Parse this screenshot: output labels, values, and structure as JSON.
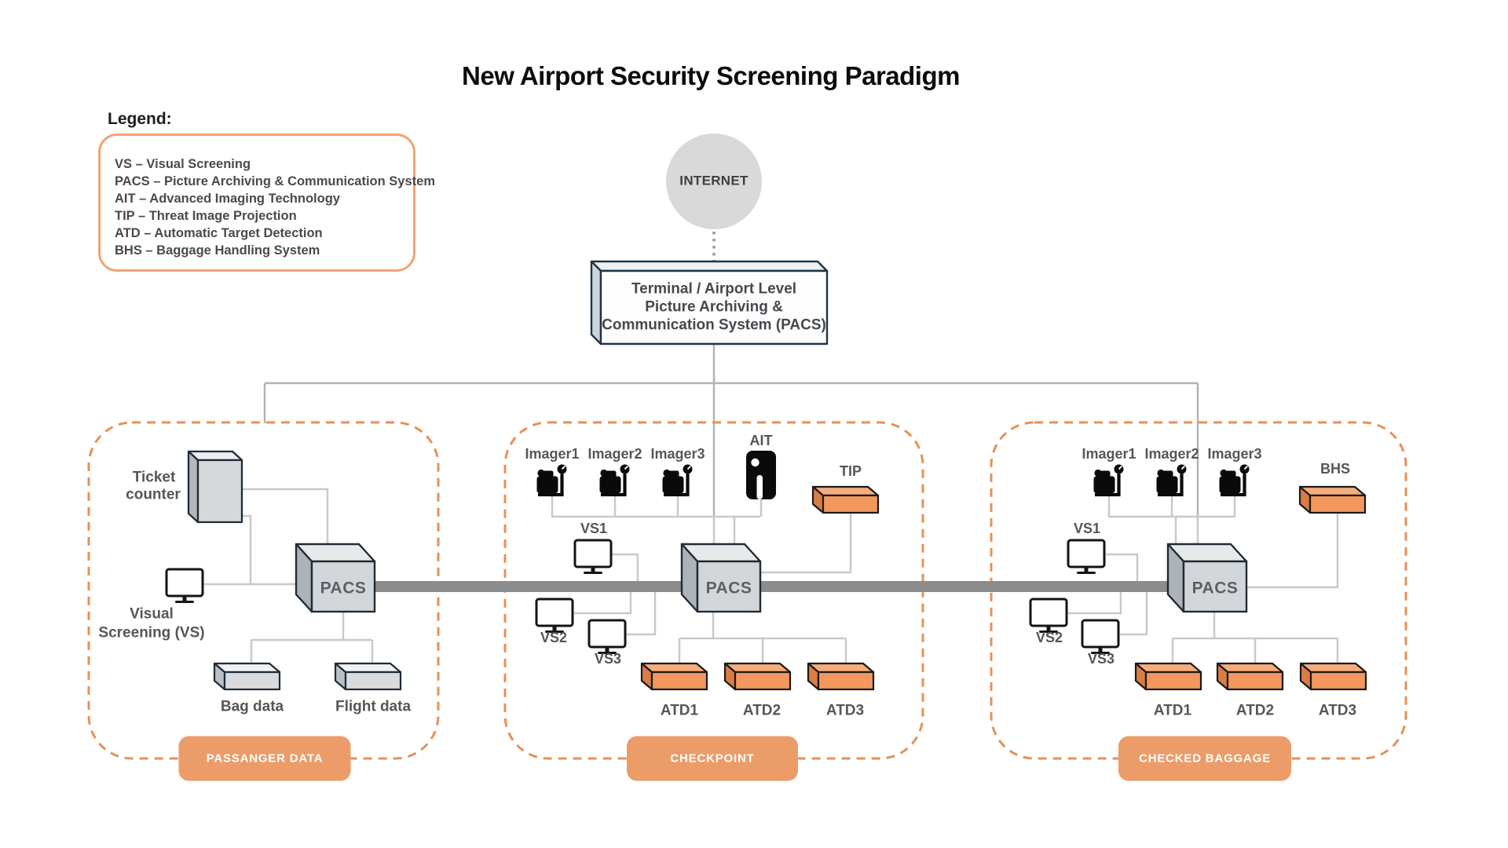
{
  "title": "New Airport Security Screening Paradigm",
  "legend": {
    "heading": "Legend:",
    "items": [
      "VS – Visual Screening",
      "PACS – Picture Archiving & Communication System",
      "AIT – Advanced Imaging Technology",
      "TIP – Threat Image Projection",
      "ATD – Automatic Target Detection",
      "BHS – Baggage Handling System"
    ]
  },
  "internet": {
    "label": "INTERNET"
  },
  "terminal_pacs": {
    "lines": [
      "Terminal / Airport Level",
      "Picture Archiving &",
      "Communication System (PACS)"
    ]
  },
  "sections": {
    "passenger_data": {
      "badge": "PASSANGER DATA",
      "ticket_counter_lines": [
        "Ticket",
        "counter"
      ],
      "visual_screening_lines": [
        "Visual",
        "Screening (VS)"
      ],
      "pacs": "PACS",
      "bag_data": "Bag data",
      "flight_data": "Flight data"
    },
    "checkpoint": {
      "badge": "CHECKPOINT",
      "imagers": [
        "Imager1",
        "Imager2",
        "Imager3"
      ],
      "ait": "AIT",
      "tip": "TIP",
      "vs": [
        "VS1",
        "VS2",
        "VS3"
      ],
      "pacs": "PACS",
      "atds": [
        "ATD1",
        "ATD2",
        "ATD3"
      ]
    },
    "checked_baggage": {
      "badge": "CHECKED BAGGAGE",
      "imagers": [
        "Imager1",
        "Imager2",
        "Imager3"
      ],
      "bhs": "BHS",
      "vs": [
        "VS1",
        "VS2",
        "VS3"
      ],
      "pacs": "PACS",
      "atds": [
        "ATD1",
        "ATD2",
        "ATD3"
      ]
    }
  },
  "icons": {
    "internet": "internet-cloud-circle",
    "imager": "baggage-scanner-icon",
    "ait": "body-scanner-icon",
    "vs": "monitor-icon"
  },
  "colors": {
    "badge_orange": "#EC9C69",
    "slab_orange": "#F2975E",
    "dashed_border_orange": "#E59158",
    "backbone_gray": "#8C8C8C",
    "connector_gray": "#C9C9C9",
    "internet_gray": "#D9D9D9",
    "node_gray": "#D6D8DA"
  }
}
